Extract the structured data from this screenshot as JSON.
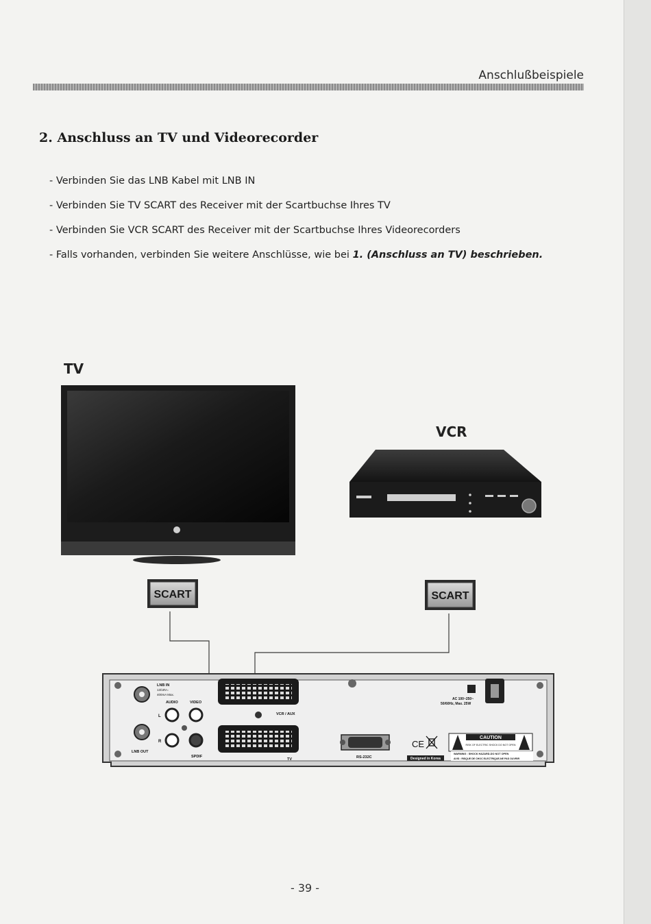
{
  "header": {
    "section": "Anschlußbeispiele"
  },
  "section_title": "2. Anschluss an TV und Videorecorder",
  "instructions": [
    "- Verbinden Sie das LNB Kabel mit LNB IN",
    "- Verbinden Sie TV SCART des Receiver mit der Scartbuchse Ihres TV",
    "- Verbinden Sie VCR SCART des Receiver mit der Scartbuchse Ihres Videorecorders"
  ],
  "instruction_last": {
    "text": "- Falls vorhanden, verbinden Sie weitere Anschlüsse, wie bei ",
    "ref": "1. (Anschluss an TV) beschrieben."
  },
  "diagram": {
    "tv_label": "TV",
    "vcr_label": "VCR",
    "scart_tv": "SCART",
    "scart_vcr": "SCART",
    "receiver": {
      "lnb_in": "LNB IN",
      "lnb_in_spec1": "13/18V=",
      "lnb_in_spec2": "400mA Max.",
      "audio": "AUDIO",
      "video": "VIDEO",
      "audio_l": "L",
      "audio_r": "R",
      "lnb_out": "LNB OUT",
      "spdif": "SPDIF",
      "vcr_aux": "VCR / AUX",
      "tv": "TV",
      "rs232c": "RS-232C",
      "power_spec1": "AC 100~250~",
      "power_spec2": "50/60Hz, Max. 25W",
      "caution": "CAUTION",
      "caution_sub": "RISK OF ELECTRIC SHOCK DO NOT OPEN",
      "warning": "WARNING : SHOCK HAZARD-DO NOT OPEN",
      "avis": "AVIS : RISQUE DE CHOC ELECTRIQUE-NE PAS OUVRIR",
      "designed": "Designed in Korea",
      "ce_mark": "CE"
    }
  },
  "page_number": "- 39 -"
}
